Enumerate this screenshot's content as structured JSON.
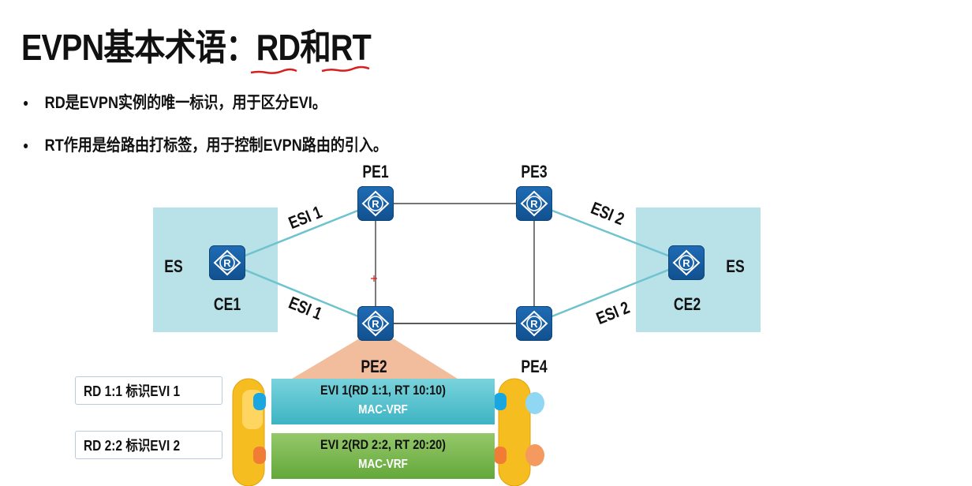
{
  "title": {
    "prefix": "EVPN基本术语：",
    "rd": "RD",
    "and": "和",
    "rt": "RT"
  },
  "bullets": [
    "RD是EVPN实例的唯一标识，用于区分EVI。",
    "RT作用是给路由打标签，用于控制EVPN路由的引入。"
  ],
  "diagram": {
    "nodes": {
      "pe1": "PE1",
      "pe2": "PE2",
      "pe3": "PE3",
      "pe4": "PE4",
      "ce1": "CE1",
      "ce2": "CE2"
    },
    "es_left": "ES",
    "es_right": "ES",
    "links": {
      "esi1_top": "ESI 1",
      "esi1_bottom": "ESI 1",
      "esi2_top": "ESI 2",
      "esi2_bottom": "ESI 2"
    },
    "router_glyph": "R",
    "colors": {
      "router": "#1a62a8",
      "es_area": "#b9e1e8",
      "esi_link": "#6ec3cf",
      "evi1": "#4cbfcc",
      "evi2": "#74b74a",
      "cone": "#f1bd9c",
      "ring": "#f5bd1f"
    }
  },
  "evi_table": {
    "rows": [
      {
        "label": "RD 1:1 标识EVI 1",
        "evi": "EVI 1(RD 1:1, RT 10:10)",
        "vrf": "MAC-VRF"
      },
      {
        "label": "RD 2:2 标识EVI 2",
        "evi": "EVI 2(RD 2:2, RT 20:20)",
        "vrf": "MAC-VRF"
      }
    ]
  }
}
